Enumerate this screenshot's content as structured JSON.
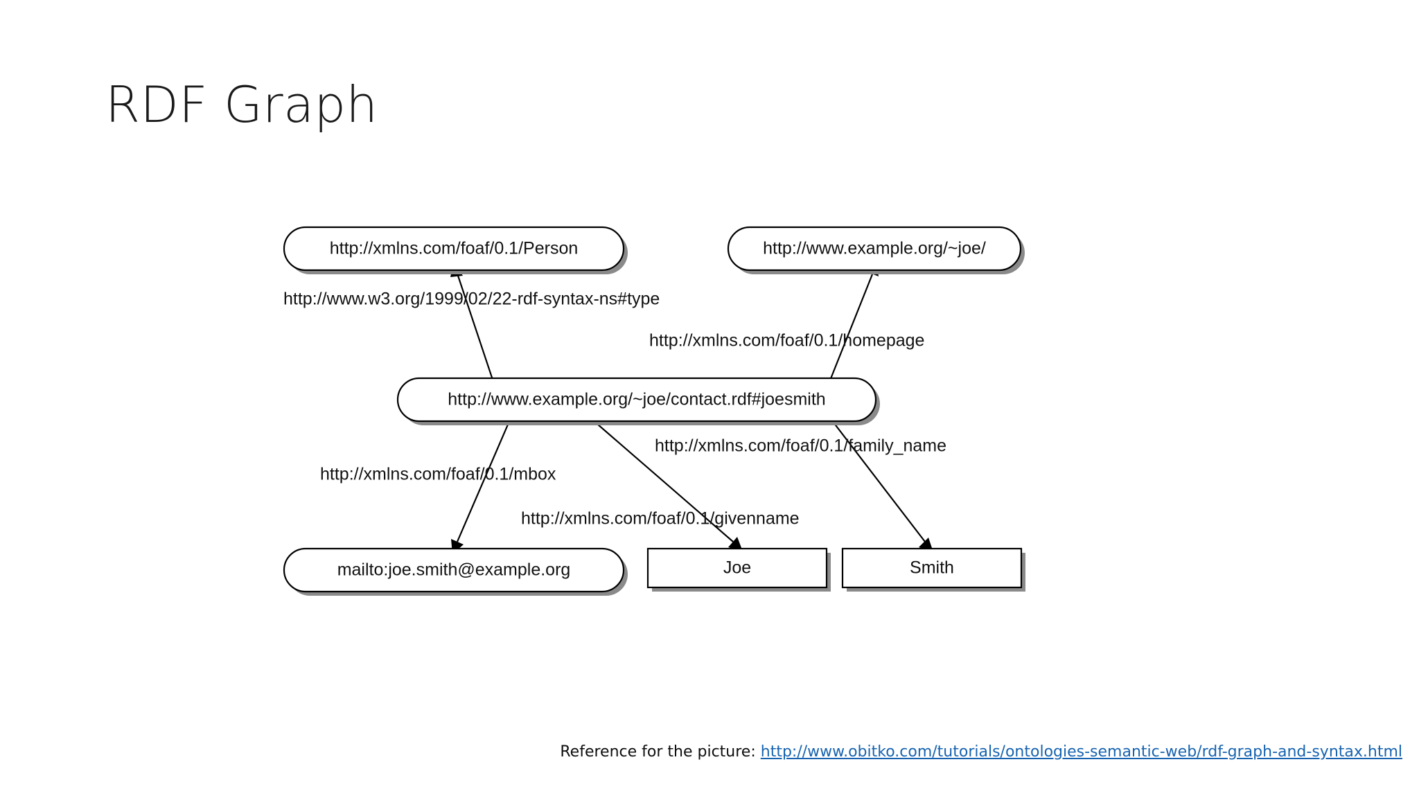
{
  "slide": {
    "title": "RDF Graph",
    "background_color": "#ffffff"
  },
  "reference": {
    "label": "Reference for the picture: ",
    "link_text": "http://www.obitko.com/tutorials/ontologies-semantic-web/rdf-graph-and-syntax.html",
    "link_color": "#1763b0"
  },
  "diagram": {
    "type": "rdf-graph",
    "nodes": [
      {
        "id": "person",
        "label": "http://xmlns.com/foaf/0.1/Person",
        "shape": "rounded-pill"
      },
      {
        "id": "joehome",
        "label": "http://www.example.org/~joe/",
        "shape": "rounded-pill"
      },
      {
        "id": "joesmith",
        "label": "http://www.example.org/~joe/contact.rdf#joesmith",
        "shape": "rounded-pill"
      },
      {
        "id": "mbox",
        "label": "mailto:joe.smith@example.org",
        "shape": "rounded-pill"
      },
      {
        "id": "given",
        "label": "Joe",
        "shape": "rectangle"
      },
      {
        "id": "family",
        "label": "Smith",
        "shape": "rectangle"
      }
    ],
    "edges": [
      {
        "from": "joesmith",
        "to": "person",
        "label": "http://www.w3.org/1999/02/22-rdf-syntax-ns#type"
      },
      {
        "from": "joesmith",
        "to": "joehome",
        "label": "http://xmlns.com/foaf/0.1/homepage"
      },
      {
        "from": "joesmith",
        "to": "mbox",
        "label": "http://xmlns.com/foaf/0.1/mbox"
      },
      {
        "from": "joesmith",
        "to": "given",
        "label": "http://xmlns.com/foaf/0.1/givenname"
      },
      {
        "from": "joesmith",
        "to": "family",
        "label": "http://xmlns.com/foaf/0.1/family_name"
      }
    ]
  }
}
